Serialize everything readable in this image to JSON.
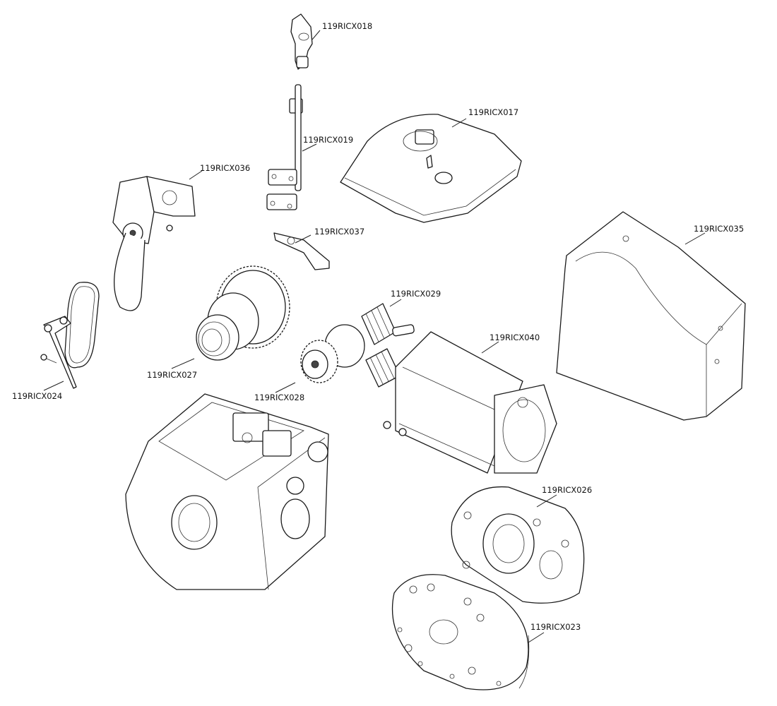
{
  "diagram": {
    "type": "exploded-parts-view",
    "parts": [
      {
        "id": "p018",
        "label": "119RICX018"
      },
      {
        "id": "p017",
        "label": "119RICX017"
      },
      {
        "id": "p019",
        "label": "119RICX019"
      },
      {
        "id": "p036",
        "label": "119RICX036"
      },
      {
        "id": "p035",
        "label": "119RICX035"
      },
      {
        "id": "p037",
        "label": "119RICX037"
      },
      {
        "id": "p029",
        "label": "119RICX029"
      },
      {
        "id": "p040",
        "label": "119RICX040"
      },
      {
        "id": "p027",
        "label": "119RICX027"
      },
      {
        "id": "p024",
        "label": "119RICX024"
      },
      {
        "id": "p028",
        "label": "119RICX028"
      },
      {
        "id": "p026",
        "label": "119RICX026"
      },
      {
        "id": "p023",
        "label": "119RICX023"
      }
    ]
  }
}
